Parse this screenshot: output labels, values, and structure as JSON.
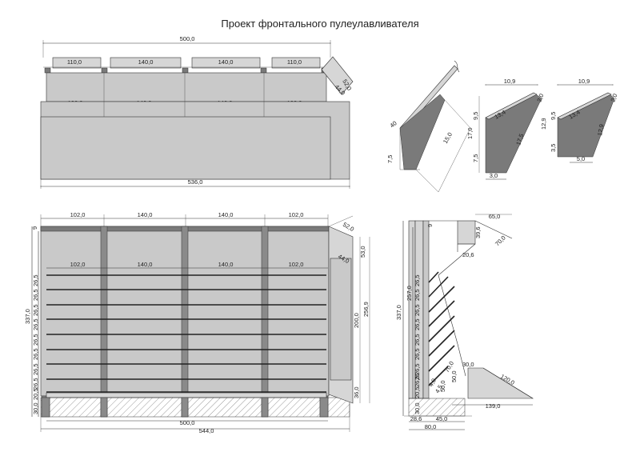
{
  "title": "Проект фронтального пулеулавливателя",
  "top_view": {
    "overall_top": "500,0",
    "caps": [
      "110,0",
      "140,0",
      "140,0",
      "110,0"
    ],
    "segments": [
      "102,0",
      "140,0",
      "140,0",
      "102,0"
    ],
    "overall_bottom": "536,0",
    "angle_small": "52,0",
    "angle_small2": "44,0"
  },
  "profile_a": {
    "d1": "40",
    "d2": "15,0",
    "d3": "7,5"
  },
  "profile_b": {
    "d1": "10,9",
    "d2": "13,4",
    "d3": "2,0",
    "d4": "9,5",
    "d5": "17,0",
    "d6": "7,5",
    "d7": "17,5",
    "d8": "3,0"
  },
  "profile_c": {
    "d1": "10,9",
    "d2": "13,4",
    "d3": "2,0",
    "d4": "12,9",
    "d5": "9,5",
    "d6": "3,5",
    "d7": "12,9",
    "d8": "5,0"
  },
  "front_view": {
    "top_segments": [
      "102,0",
      "140,0",
      "140,0",
      "102,0"
    ],
    "inner_segments": [
      "102,0",
      "140,0",
      "140,0",
      "102,0"
    ],
    "left_stack": [
      "26,5",
      "26,5",
      "26,5",
      "26,5",
      "26,5",
      "26,5",
      "26,5",
      "26,5",
      "20,5",
      "30,0"
    ],
    "top_small": "9",
    "height": "337,0",
    "bottom_inner": "500,0",
    "bottom_outer": "544,0",
    "side_top": "52,0",
    "side_mid": "44,0",
    "side_53": "53,0",
    "side_200": "200,0",
    "side_256": "256,9",
    "side_36": "36,0"
  },
  "side_view": {
    "top_width": "65,0",
    "d_396": "39,6",
    "d_70": "70,0",
    "d_206": "20,6",
    "d_9": "9",
    "height_total": "337,0",
    "height_257": "257,0",
    "stack": [
      "26,5",
      "26,5",
      "26,5",
      "26,5",
      "26,5",
      "26,5",
      "26,5",
      "26,5",
      "26",
      "20,5",
      "30,0"
    ],
    "ramp_30": "30,0",
    "ramp_120": "120,0",
    "ramp_139": "139,0",
    "d_70b": "70,0",
    "d_500": "50,0",
    "d_500b": "50,0",
    "base_286": "28,6",
    "base_45": "45,0",
    "base_80": "80,0",
    "d_40": "4,0",
    "d_45b": "4,5"
  }
}
